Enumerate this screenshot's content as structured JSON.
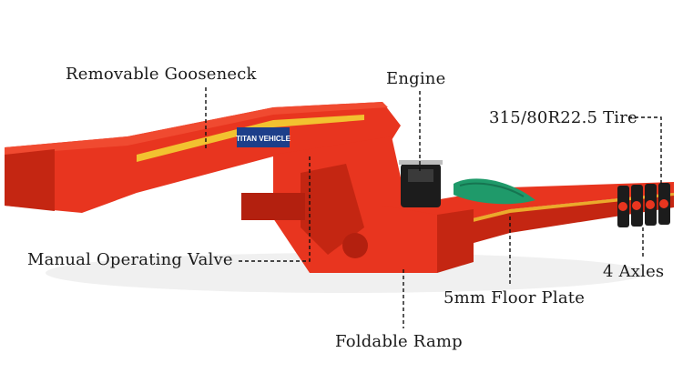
{
  "image": {
    "brand_badge": "TITAN VEHICLE",
    "colors": {
      "trailer_red": "#e8351f",
      "trailer_dark": "#b3200f",
      "stripe_yellow": "#f2c230",
      "tarp_green": "#1f9a6a",
      "engine_black": "#1c1c1c",
      "leader_line": "#111111"
    }
  },
  "labels": {
    "gooseneck": "Removable Gooseneck",
    "engine": "Engine",
    "tire": "315/80R22.5 Tire",
    "valve": "Manual Operating Valve",
    "axles": "4 Axles",
    "floor": "5mm Floor Plate",
    "ramp": "Foldable Ramp"
  }
}
